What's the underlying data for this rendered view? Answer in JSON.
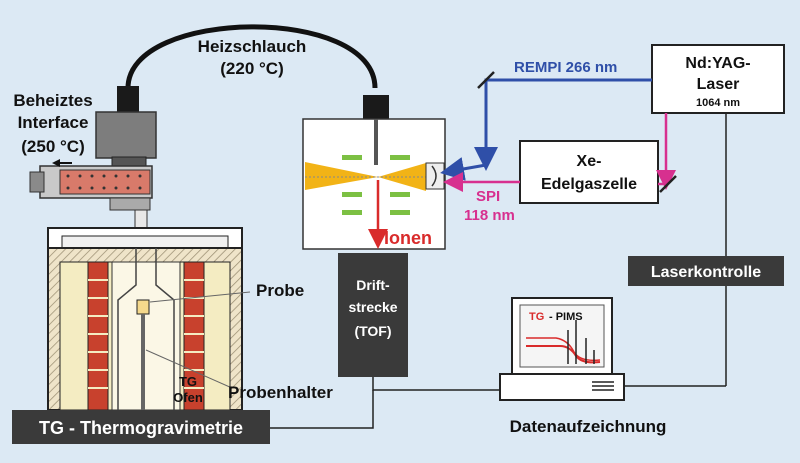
{
  "colors": {
    "background": "#dce9f4",
    "rempi_beam": "#2f4fa8",
    "spi_beam": "#d7308f",
    "ion_arrow": "#d92b2b",
    "furnace_red": "#c8412d",
    "furnace_cream": "#f4ecc2",
    "dark_box": "#3a3a3a",
    "light_fill": "#ffffff",
    "ion_cone": "#f2b316",
    "electrode": "#7cc043",
    "screen_trace": "#d92b2b"
  },
  "labels": {
    "heizschlauch_line1": "Heizschlauch",
    "heizschlauch_line2": "(220 °C)",
    "interface_line1": "Beheiztes",
    "interface_line2": "Interface",
    "interface_line3": "(250 °C)",
    "rempi": "REMPI 266 nm",
    "laser_line1": "Nd:YAG-",
    "laser_line2": "Laser",
    "laser_line3": "1064 nm",
    "xe_line1": "Xe-",
    "xe_line2": "Edelgaszelle",
    "spi_line1": "SPI",
    "spi_line2": "118 nm",
    "ionen": "Ionen",
    "drift_line1": "Drift-",
    "drift_line2": "strecke",
    "drift_line3": "(TOF)",
    "laserkontrolle": "Laserkontrolle",
    "probe": "Probe",
    "probenhalter": "Probenhalter",
    "tg_ofen_line1": "TG",
    "tg_ofen_line2": "Ofen",
    "screen_tg": "TG",
    "screen_pims": "- PIMS",
    "datenaufzeichnung": "Datenaufzeichnung",
    "thermogravimetrie": "TG - Thermogravimetrie"
  },
  "icons": {
    "beam_mirror": "diagonal-mirror",
    "flow_arrow": "left-arrow",
    "monitor": "computer-monitor"
  }
}
